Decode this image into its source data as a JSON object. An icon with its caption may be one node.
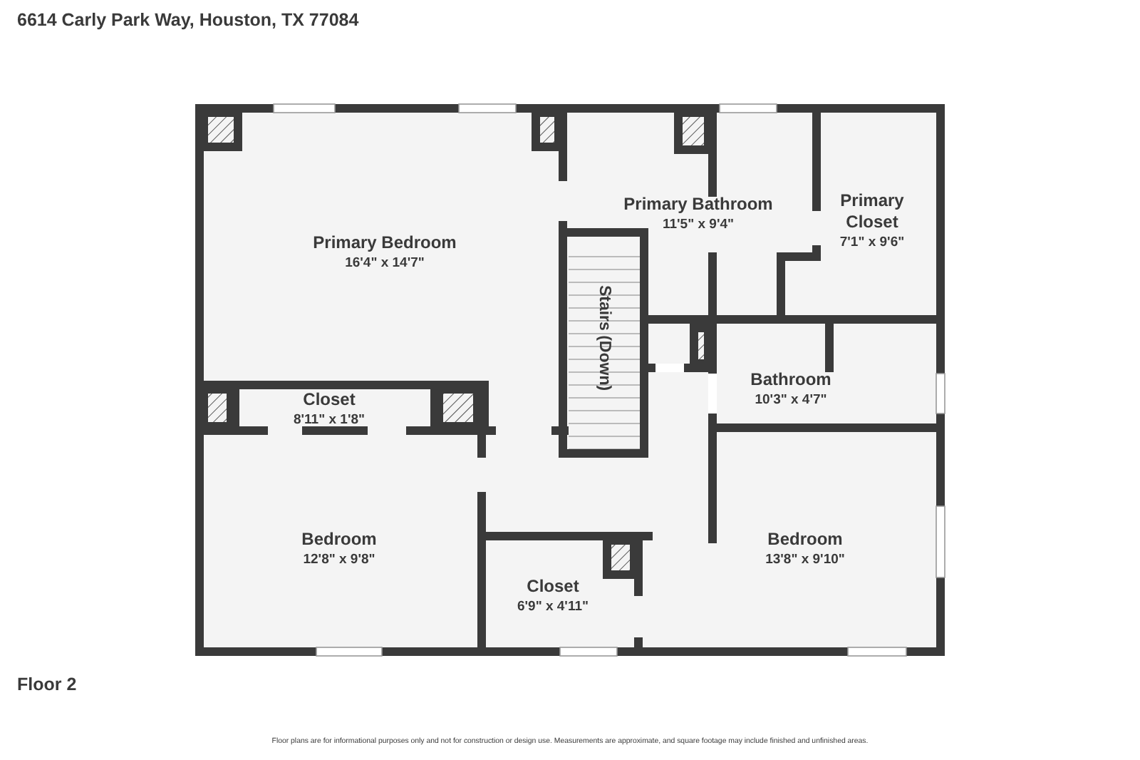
{
  "diagram": {
    "title": "6614 Carly Park Way, Houston, TX 77084",
    "nodes": [
      {
        "text": [
          "Primary Bedroom",
          "16'4\" x 14'7\""
        ]
      },
      {
        "text": [
          "Closet",
          "8'11\" x 1'8\""
        ]
      },
      {
        "text": [
          "Primary Bathroom",
          "11'5\" x 9'4\""
        ]
      },
      {
        "text": [
          "Primary Closet",
          "7'1\" x 9'6\""
        ]
      },
      {
        "text": [
          "Stairs (Down)"
        ]
      },
      {
        "text": [
          "Bathroom",
          "10'3\" x 4'7\""
        ]
      },
      {
        "text": [
          "Bedroom",
          "12'8\" x 9'8\""
        ]
      },
      {
        "text": [
          "Closet",
          "6'9\" x 4'11\""
        ]
      },
      {
        "text": [
          "Bedroom",
          "13'8\" x 9'10\""
        ]
      }
    ],
    "labels": [
      "Floor 2",
      "Floor plans are for informational purposes only and not for construction or design use. Measurements are approximate, and square footage may include finished and unfinished areas."
    ]
  }
}
